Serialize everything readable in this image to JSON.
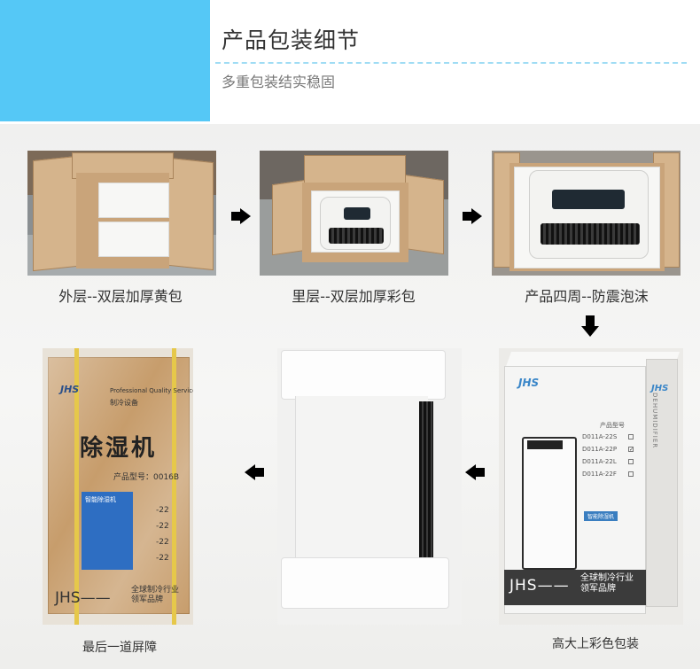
{
  "header": {
    "title": "产品包装细节",
    "subtitle": "多重包装结实稳固",
    "accent_color": "#55c8f6"
  },
  "steps": [
    {
      "caption": "外层--双层加厚黄包"
    },
    {
      "caption": "里层--双层加厚彩包"
    },
    {
      "caption": "产品四周--防震泡沫"
    },
    {
      "caption": "高大上彩色包装"
    },
    {
      "caption": "最后一道屏障"
    }
  ],
  "color_box": {
    "logo": "JHS",
    "model_heading": "产品型号",
    "models": [
      "D011A-22S",
      "D011A-22P",
      "D011A-22L",
      "D011A-22F"
    ],
    "checked_model": "D011A-22P",
    "tag_line": "全球制冷行业\n领军品牌",
    "brand_text": "JHS——",
    "side_text": "DEHUMIDIFIER",
    "badge_text": "智能除湿机"
  },
  "wrapped_box": {
    "logo": "JHS",
    "company_text": "Professional Quality Service",
    "company_cn": "制冷设备",
    "product_name": "除湿机",
    "model_line": "产品型号：0016B",
    "model_items": [
      "-22",
      "-22",
      "-22",
      "-22"
    ],
    "brand_text": "JHS——",
    "tag_line": "全球制冷行业\n领军品牌",
    "sticker_text": "智能除湿机"
  },
  "icons": {
    "arrow_right": "arrow-right-icon",
    "arrow_down": "arrow-down-icon",
    "arrow_left": "arrow-left-icon"
  }
}
